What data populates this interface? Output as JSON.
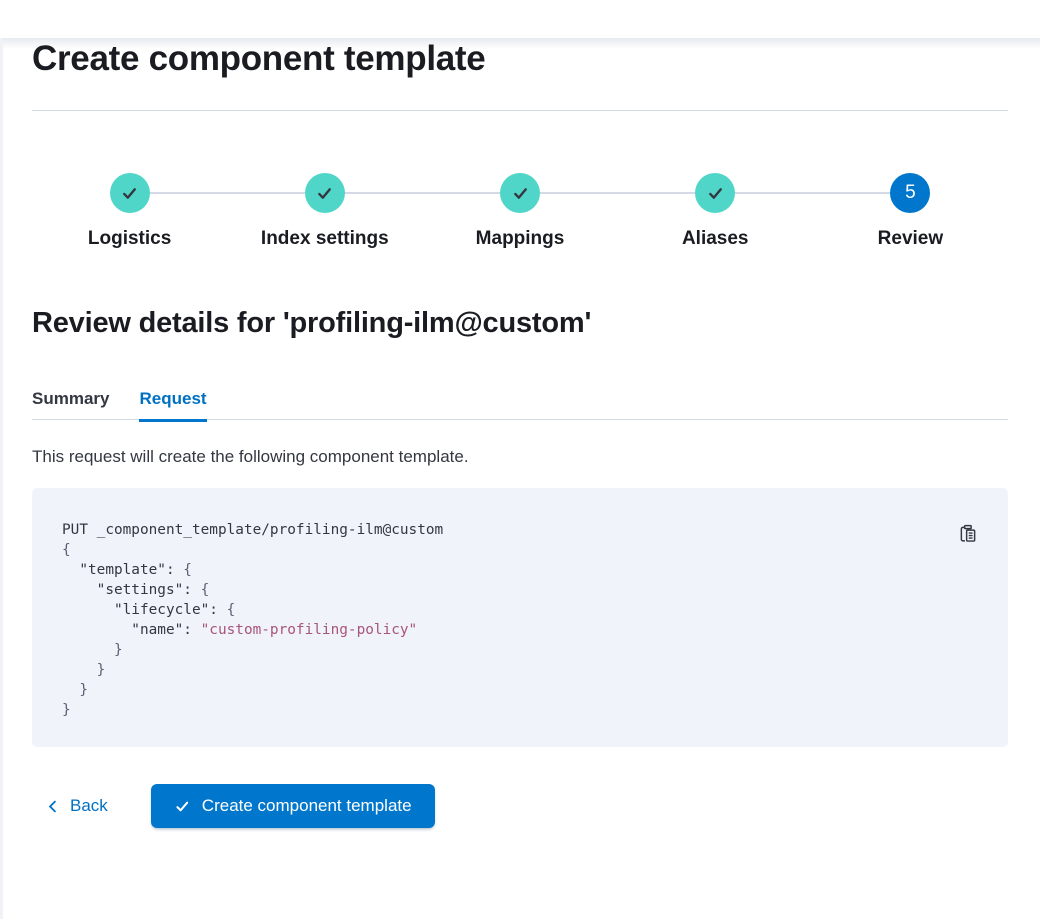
{
  "page": {
    "title": "Create component template"
  },
  "stepper": {
    "steps": [
      {
        "label": "Logistics",
        "status": "complete"
      },
      {
        "label": "Index settings",
        "status": "complete"
      },
      {
        "label": "Mappings",
        "status": "complete"
      },
      {
        "label": "Aliases",
        "status": "complete"
      },
      {
        "label": "Review",
        "status": "current",
        "number": "5"
      }
    ]
  },
  "review": {
    "heading": "Review details for 'profiling-ilm@custom'",
    "tabs": [
      {
        "label": "Summary",
        "active": false
      },
      {
        "label": "Request",
        "active": true
      }
    ],
    "description": "This request will create the following component template."
  },
  "code": {
    "lines": [
      [
        {
          "t": "PUT _component_template/profiling-ilm@custom",
          "c": "plain"
        }
      ],
      [
        {
          "t": "{",
          "c": "punct"
        }
      ],
      [
        {
          "t": "  \"template\": ",
          "c": "plain"
        },
        {
          "t": "{",
          "c": "punct"
        }
      ],
      [
        {
          "t": "    \"settings\": ",
          "c": "plain"
        },
        {
          "t": "{",
          "c": "punct"
        }
      ],
      [
        {
          "t": "      \"lifecycle\": ",
          "c": "plain"
        },
        {
          "t": "{",
          "c": "punct"
        }
      ],
      [
        {
          "t": "        \"name\": ",
          "c": "plain"
        },
        {
          "t": "\"custom-profiling-policy\"",
          "c": "str"
        }
      ],
      [
        {
          "t": "      }",
          "c": "punct"
        }
      ],
      [
        {
          "t": "    }",
          "c": "punct"
        }
      ],
      [
        {
          "t": "  }",
          "c": "punct"
        }
      ],
      [
        {
          "t": "}",
          "c": "punct"
        }
      ]
    ]
  },
  "footer": {
    "back_label": "Back",
    "submit_label": "Create component template"
  },
  "colors": {
    "primary_blue": "#0077CC",
    "link_blue": "#0071C2",
    "step_complete_teal": "#50D6C8",
    "step_icon_dark": "#343741",
    "divider": "#D3DAE6",
    "code_background": "#F0F3FA",
    "code_text": "#343741",
    "code_punctuation": "#5A6272",
    "code_string": "#A8557A",
    "heading_text": "#1A1C21",
    "body_text": "#343741"
  },
  "icons": {
    "step_complete": "check-icon",
    "copy": "copy-clipboard-icon",
    "back": "chevron-left-icon",
    "submit": "check-icon"
  }
}
